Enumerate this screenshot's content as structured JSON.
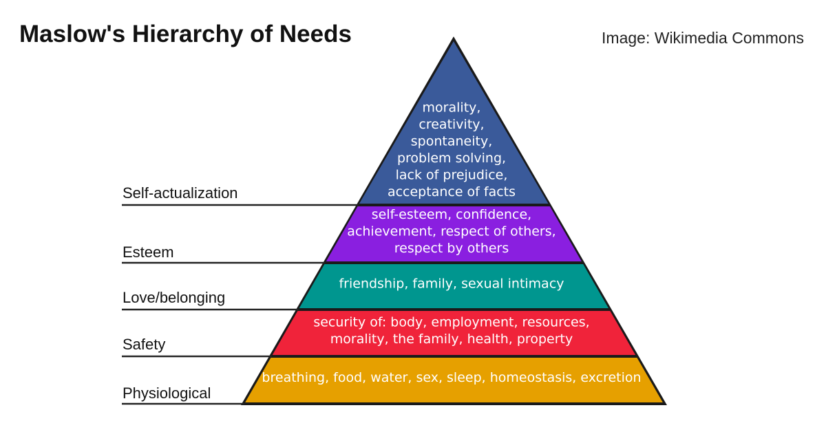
{
  "header": {
    "title": "Maslow's Hierarchy of Needs",
    "credit": "Image: Wikimedia Commons"
  },
  "pyramid": {
    "levels": [
      {
        "name": "Self-actualization",
        "color": "#3a5a9a",
        "lines": [
          "morality,",
          "creativity,",
          "spontaneity,",
          "problem solving,",
          "lack of prejudice,",
          "acceptance of facts"
        ]
      },
      {
        "name": "Esteem",
        "color": "#8a1fe0",
        "lines": [
          "self-esteem, confidence,",
          "achievement, respect of others,",
          "respect by others"
        ]
      },
      {
        "name": "Love/belonging",
        "color": "#00968f",
        "lines": [
          "friendship, family, sexual intimacy"
        ]
      },
      {
        "name": "Safety",
        "color": "#f0233a",
        "lines": [
          "security of: body, employment, resources,",
          "morality, the family, health, property"
        ]
      },
      {
        "name": "Physiological",
        "color": "#e6a000",
        "lines": [
          "breathing, food, water, sex, sleep, homeostasis, excretion"
        ]
      }
    ]
  }
}
